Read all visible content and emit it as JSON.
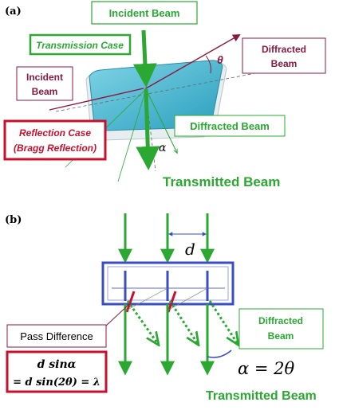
{
  "panel_a": {
    "tag": "(a)",
    "incident_beam_top": "Incident Beam",
    "transmission_case": "Transmission Case",
    "incident_beam_left_l1": "Incident",
    "incident_beam_left_l2": "Beam",
    "diffracted_beam_right_l1": "Diffracted",
    "diffracted_beam_right_l2": "Beam",
    "theta": "θ",
    "reflection_case_l1": "Reflection Case",
    "reflection_case_l2": "(Bragg Reflection)",
    "diffracted_beam_mid": "Diffracted Beam",
    "alpha": "α",
    "transmitted_beam": "Transmitted Beam"
  },
  "panel_b": {
    "tag": "(b)",
    "d": "d",
    "pass_difference": "Pass Difference",
    "formula_l1": "d sinα",
    "formula_l2": "= d sin(2θ) = λ",
    "diffracted_beam_l1": "Diffracted",
    "diffracted_beam_l2": "Beam",
    "alpha_eq": "α = 2θ",
    "transmitted_beam": "Transmitted Beam"
  },
  "colors": {
    "green": "#2aa832",
    "wine": "#8a1a3e",
    "red": "#c8102e",
    "blue": "#3a4ec0",
    "crystal": "#3fb6cf"
  }
}
